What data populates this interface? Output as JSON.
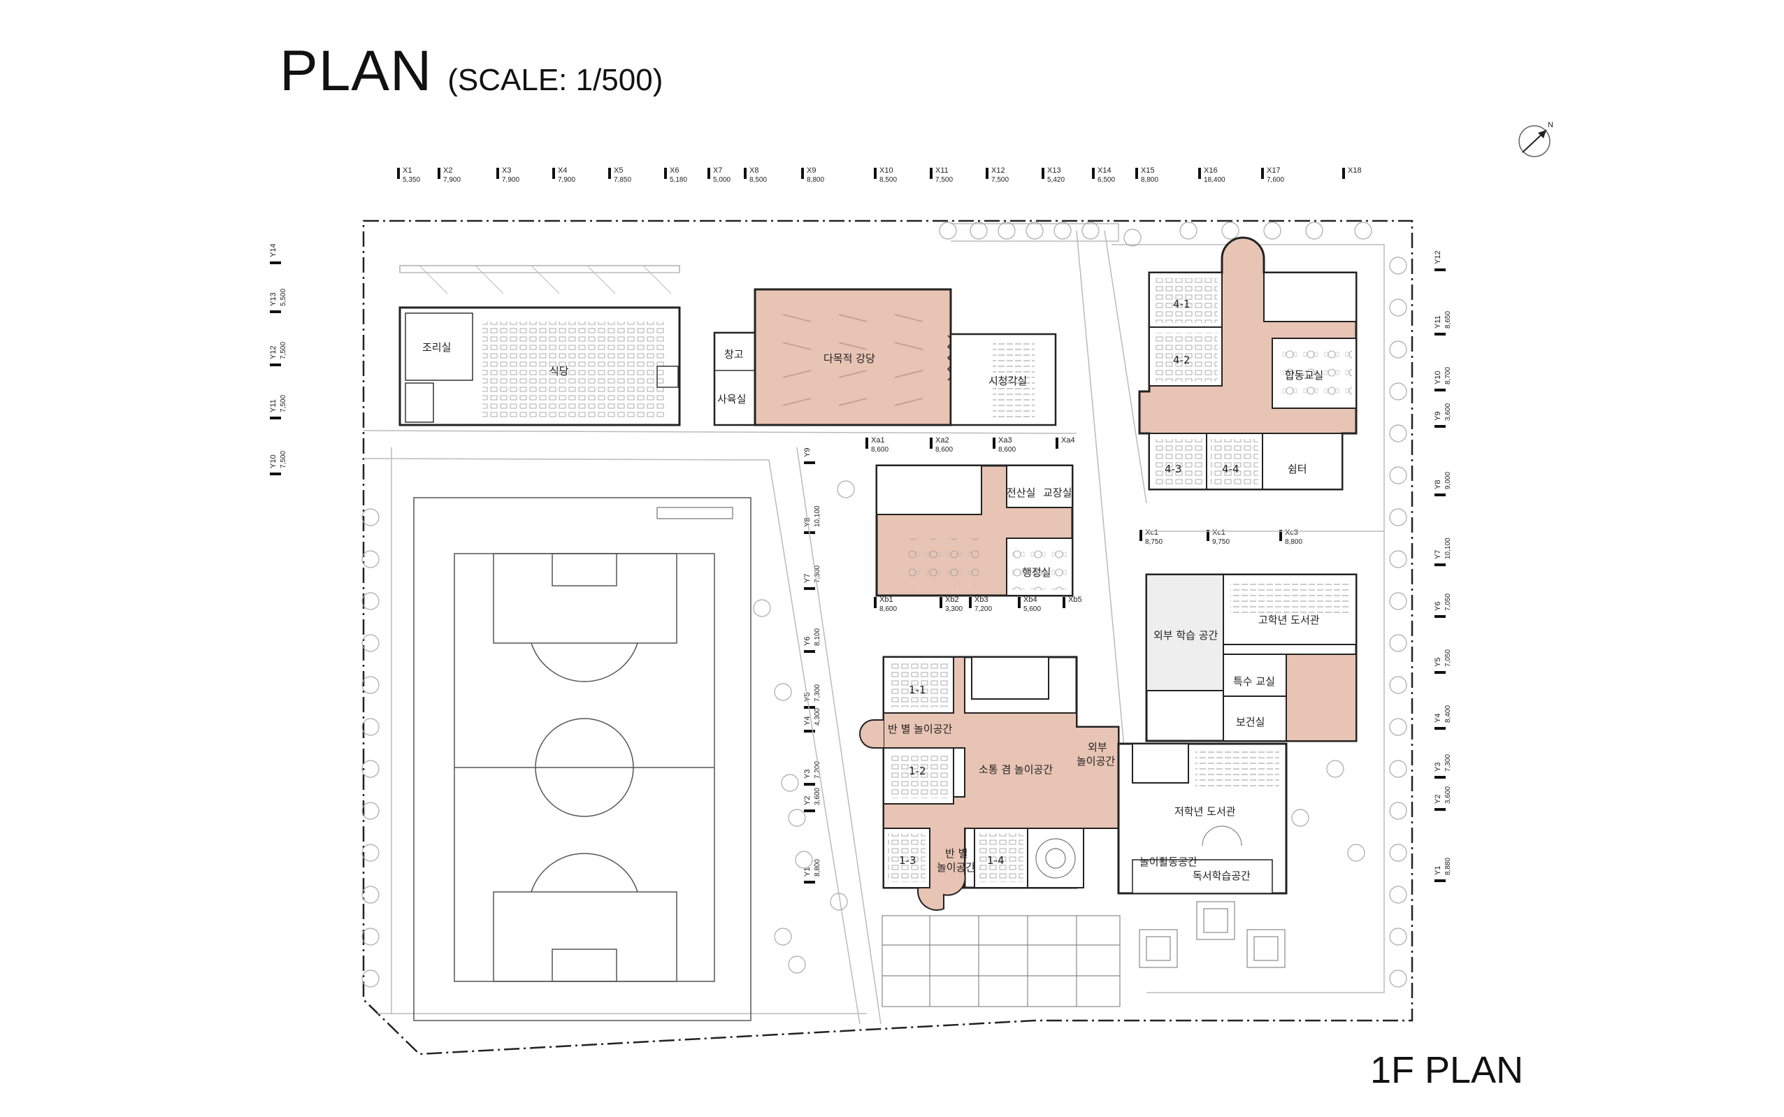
{
  "title": {
    "main": "PLAN",
    "scale": "(SCALE: 1/500)"
  },
  "plan_label": "1F PLAN",
  "colors": {
    "accent_fill": "#e8c4b4",
    "line": "#333333",
    "light_line": "#999999"
  },
  "north_arrow": {
    "icon": "north-arrow-icon",
    "label": "N"
  },
  "x_axis": [
    {
      "id": "X1",
      "dim": "5,350"
    },
    {
      "id": "X2",
      "dim": "7,900"
    },
    {
      "id": "X3",
      "dim": "7,900"
    },
    {
      "id": "X4",
      "dim": "7,900"
    },
    {
      "id": "X5",
      "dim": "7,850"
    },
    {
      "id": "X6",
      "dim": "5,180"
    },
    {
      "id": "X7",
      "dim": "5,000"
    },
    {
      "id": "X8",
      "dim": "8,500"
    },
    {
      "id": "X9",
      "dim": "8,800"
    },
    {
      "id": "X10",
      "dim": "8,500"
    },
    {
      "id": "X11",
      "dim": "7,500"
    },
    {
      "id": "X12",
      "dim": "7,500"
    },
    {
      "id": "X13",
      "dim": "5,420"
    },
    {
      "id": "X14",
      "dim": "6,500"
    },
    {
      "id": "X15",
      "dim": "8,800"
    },
    {
      "id": "X16",
      "dim": "18,400"
    },
    {
      "id": "X17",
      "dim": "7,600"
    },
    {
      "id": "X18",
      "dim": ""
    }
  ],
  "y_axis_left_top": [
    {
      "id": "Y14",
      "dim": ""
    },
    {
      "id": "Y13",
      "dim": "5,500"
    },
    {
      "id": "Y12",
      "dim": "7,500"
    },
    {
      "id": "Y11",
      "dim": "7,500"
    },
    {
      "id": "Y10",
      "dim": "7,500"
    }
  ],
  "y_axis_mid": [
    {
      "id": "Y9",
      "dim": ""
    },
    {
      "id": "Y8",
      "dim": "10,100"
    },
    {
      "id": "Y7",
      "dim": "7,300"
    },
    {
      "id": "Y6",
      "dim": "8,100"
    },
    {
      "id": "Y5",
      "dim": "7,300"
    },
    {
      "id": "Y4",
      "dim": "4,300"
    },
    {
      "id": "Y3",
      "dim": "7,200"
    },
    {
      "id": "Y2",
      "dim": "3,600"
    },
    {
      "id": "Y1",
      "dim": "8,800"
    }
  ],
  "y_axis_right": [
    {
      "id": "Y12",
      "dim": ""
    },
    {
      "id": "Y11",
      "dim": "8,650"
    },
    {
      "id": "Y10",
      "dim": "8,700"
    },
    {
      "id": "Y9",
      "dim": "3,600"
    },
    {
      "id": "Y8",
      "dim": "9,000"
    },
    {
      "id": "Y7",
      "dim": "10,100"
    },
    {
      "id": "Y6",
      "dim": "7,050"
    },
    {
      "id": "Y5",
      "dim": "7,050"
    },
    {
      "id": "Y4",
      "dim": "8,400"
    },
    {
      "id": "Y3",
      "dim": "7,300"
    },
    {
      "id": "Y2",
      "dim": "3,600"
    },
    {
      "id": "Y1",
      "dim": "8,880"
    }
  ],
  "xa_axis": [
    {
      "id": "Xa1",
      "dim": "8,600"
    },
    {
      "id": "Xa2",
      "dim": "8,600"
    },
    {
      "id": "Xa3",
      "dim": "8,600"
    },
    {
      "id": "Xa4",
      "dim": ""
    }
  ],
  "xb_axis": [
    {
      "id": "Xb1",
      "dim": "8,600"
    },
    {
      "id": "Xb2",
      "dim": "3,300"
    },
    {
      "id": "Xb3",
      "dim": "7,200"
    },
    {
      "id": "Xb4",
      "dim": "5,600"
    },
    {
      "id": "Xb5",
      "dim": ""
    }
  ],
  "xc_axis": [
    {
      "id": "Xc1",
      "dim": "8,750"
    },
    {
      "id": "Xc1",
      "dim": "9,750"
    },
    {
      "id": "Xc3",
      "dim": "8,800"
    }
  ],
  "rooms": {
    "kitchen": "조리실",
    "cafeteria": "식당",
    "storage": "창고",
    "office_small": "사육실",
    "auditorium": "다목적 강당",
    "av_room": "시청각실",
    "class_4_1": "4-1",
    "class_4_2": "4-2",
    "class_4_3": "4-3",
    "class_4_4": "4-4",
    "joint_class": "합동교실",
    "rest": "쉼터",
    "computer_room": "전산실",
    "principal_room": "교장실",
    "admin_room": "행정실",
    "outdoor_learning": "외부 학습 공간",
    "upper_library": "고학년 도서관",
    "special_class": "특수 교실",
    "health_room": "보건실",
    "class_1_1": "1-1",
    "class_1_2": "1-2",
    "class_1_3": "1-3",
    "class_1_4": "1-4",
    "class_play_space": "반 별 놀이공간",
    "class_play_space2_a": "반 별",
    "class_play_space2_b": "놀이공간",
    "comm_play_space": "소통 겸 놀이공간",
    "outdoor_play_a": "외부",
    "outdoor_play_b": "놀이공간",
    "lower_library": "저학년 도서관",
    "play_activity": "놀이활동공간",
    "reading_space": "독서학습공간"
  }
}
